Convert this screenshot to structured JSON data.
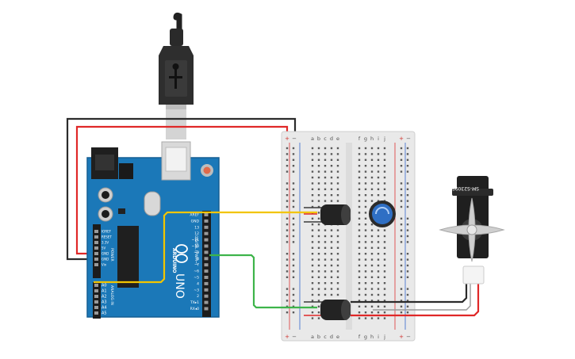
{
  "arduino": {
    "brand": "ARDUINO",
    "model": "UNO",
    "digital_header": "DIGITAL (PWM~)",
    "power_header": "POWER",
    "analog_header": "ANALOG IN",
    "power_pins": [
      "IOREF",
      "RESET",
      "3.3V",
      "5V",
      "GND",
      "GND",
      "Vin"
    ],
    "analog_pins": [
      "A0",
      "A1",
      "A2",
      "A3",
      "A4",
      "A5"
    ],
    "digital_pins": [
      "AREF",
      "GND",
      "13",
      "12",
      "~11",
      "~10",
      "~9",
      "8",
      "7",
      "~6",
      "~5",
      "4",
      "~3",
      "2",
      "TX▸1",
      "RX◂0"
    ]
  },
  "breadboard": {
    "left_cols": [
      "a",
      "b",
      "c",
      "d",
      "e"
    ],
    "right_cols": [
      "f",
      "g",
      "h",
      "i",
      "j"
    ],
    "rail_plus": "+",
    "rail_minus": "−",
    "row_count": 30
  },
  "servo": {
    "model": "SM-S2309S"
  },
  "colors": {
    "board_blue": "#1b78b8",
    "wire_red": "#e02828",
    "wire_black": "#2b2b2b",
    "wire_yellow": "#f2c500",
    "wire_green": "#3db44a",
    "breadboard": "#e9e9e9",
    "pot_blue": "#2f6fc4"
  },
  "icons": [
    "usb-plug-icon",
    "potentiometer-icon",
    "capacitor-icon",
    "servo-icon"
  ]
}
